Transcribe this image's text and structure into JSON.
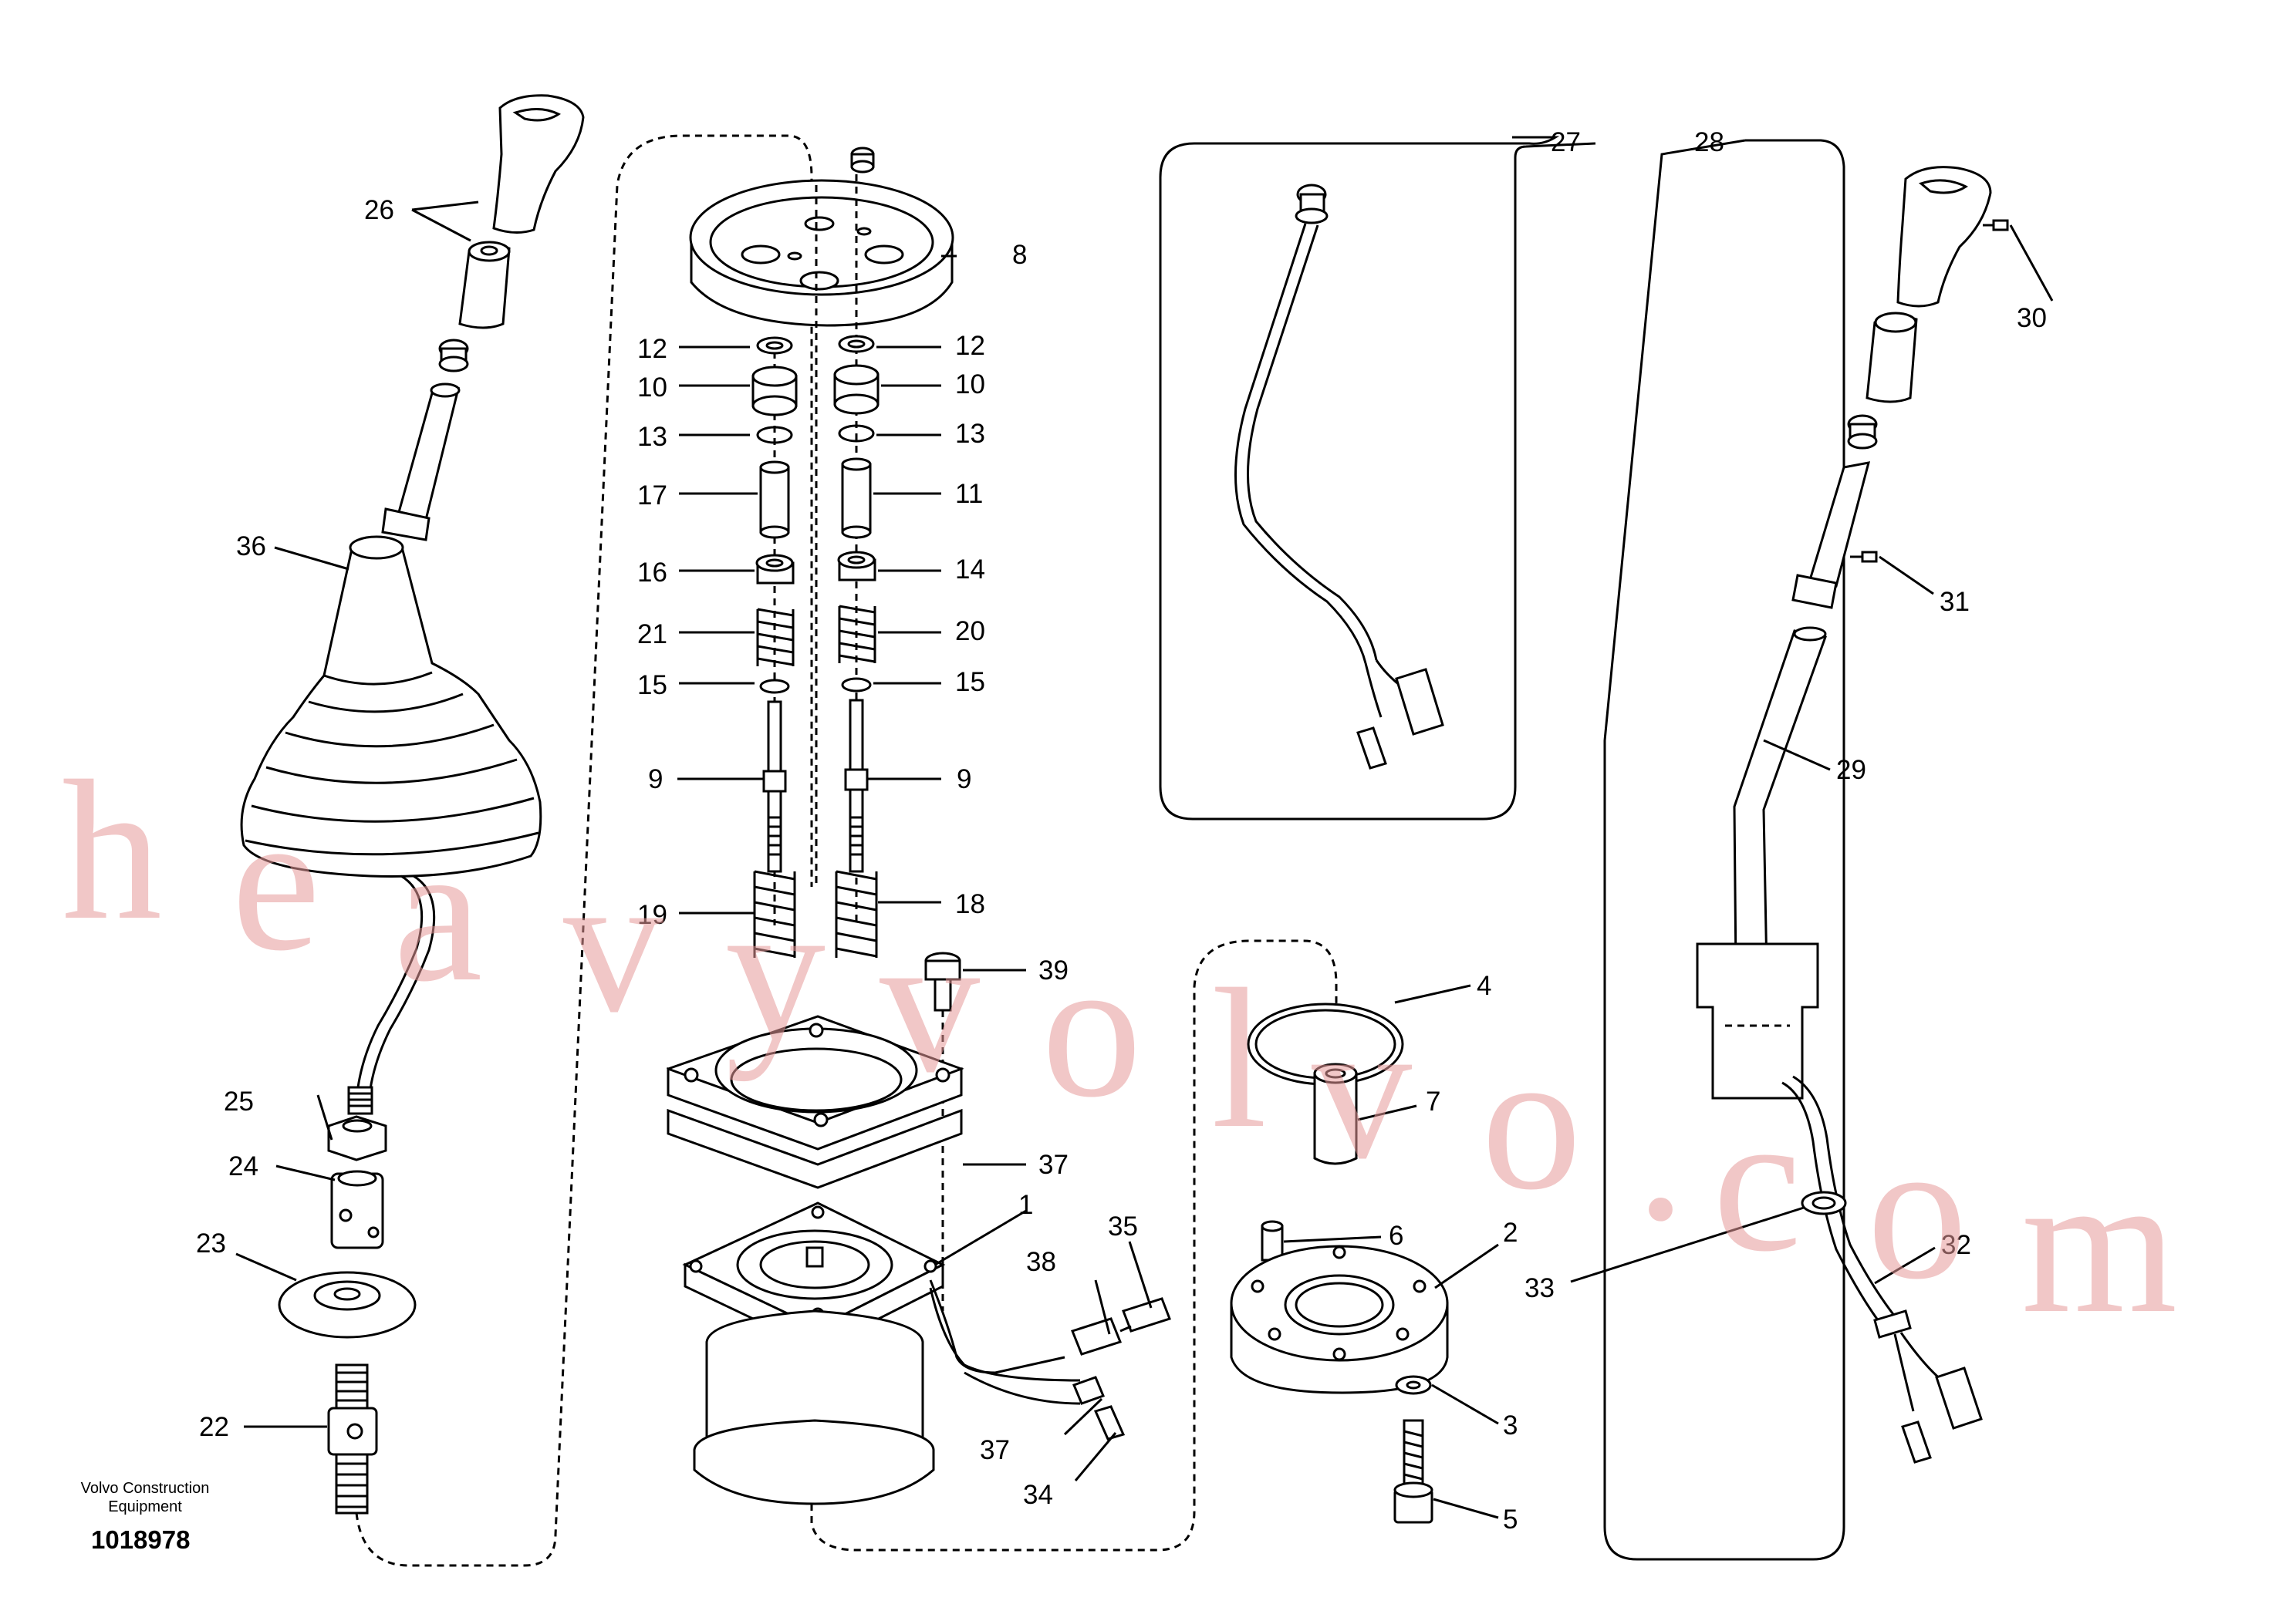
{
  "brand": {
    "line1": "Volvo Construction",
    "line2": "Equipment",
    "drawing_number": "1018978"
  },
  "watermark": {
    "chars": [
      "h",
      "e",
      "a",
      "v",
      "y",
      "v",
      "o",
      "l",
      "v",
      "o",
      ".",
      "c",
      "o",
      "m"
    ],
    "color": "#e79a9a"
  },
  "callouts": {
    "c1": "1",
    "c2": "2",
    "c3": "3",
    "c4": "4",
    "c5": "5",
    "c6": "6",
    "c7": "7",
    "c8": "8",
    "c9a": "9",
    "c9b": "9",
    "c10a": "10",
    "c10b": "10",
    "c11": "11",
    "c12a": "12",
    "c12b": "12",
    "c13a": "13",
    "c13b": "13",
    "c14": "14",
    "c15a": "15",
    "c15b": "15",
    "c16": "16",
    "c17": "17",
    "c18": "18",
    "c19": "19",
    "c20": "20",
    "c21": "21",
    "c22": "22",
    "c23": "23",
    "c24": "24",
    "c25": "25",
    "c26": "26",
    "c27": "27",
    "c28": "28",
    "c29": "29",
    "c30": "30",
    "c31": "31",
    "c32": "32",
    "c33": "33",
    "c34": "34",
    "c35": "35",
    "c36": "36",
    "c37a": "37",
    "c37b": "37",
    "c38": "38",
    "c39": "39"
  }
}
